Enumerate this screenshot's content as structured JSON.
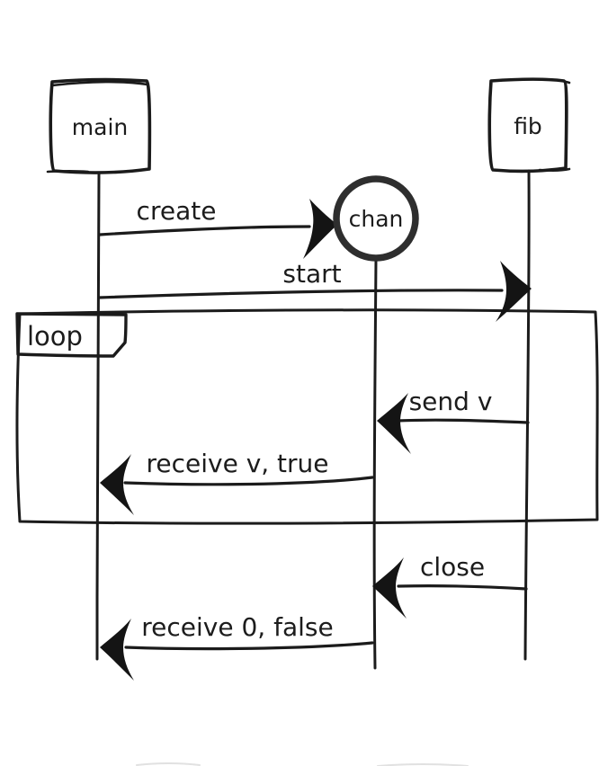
{
  "diagram": {
    "type": "sequence-diagram",
    "style": "hand-drawn",
    "colors": {
      "background": "#ffffff",
      "ink": "#1b1b1b",
      "channel_circle": "#2e2e2e"
    },
    "actors": [
      {
        "id": "main",
        "label": "main",
        "shape": "rect"
      },
      {
        "id": "chan",
        "label": "chan",
        "shape": "circle"
      },
      {
        "id": "fib",
        "label": "fib",
        "shape": "rect"
      }
    ],
    "fragment": {
      "kind": "loop",
      "label": "loop"
    },
    "messages": [
      {
        "from": "main",
        "to": "chan",
        "label": "create"
      },
      {
        "from": "main",
        "to": "fib",
        "label": "start"
      },
      {
        "from": "fib",
        "to": "chan",
        "label": "send v",
        "in_fragment": true
      },
      {
        "from": "chan",
        "to": "main",
        "label": "receive v, true",
        "in_fragment": true
      },
      {
        "from": "fib",
        "to": "chan",
        "label": "close"
      },
      {
        "from": "chan",
        "to": "main",
        "label": "receive 0, false"
      }
    ]
  }
}
